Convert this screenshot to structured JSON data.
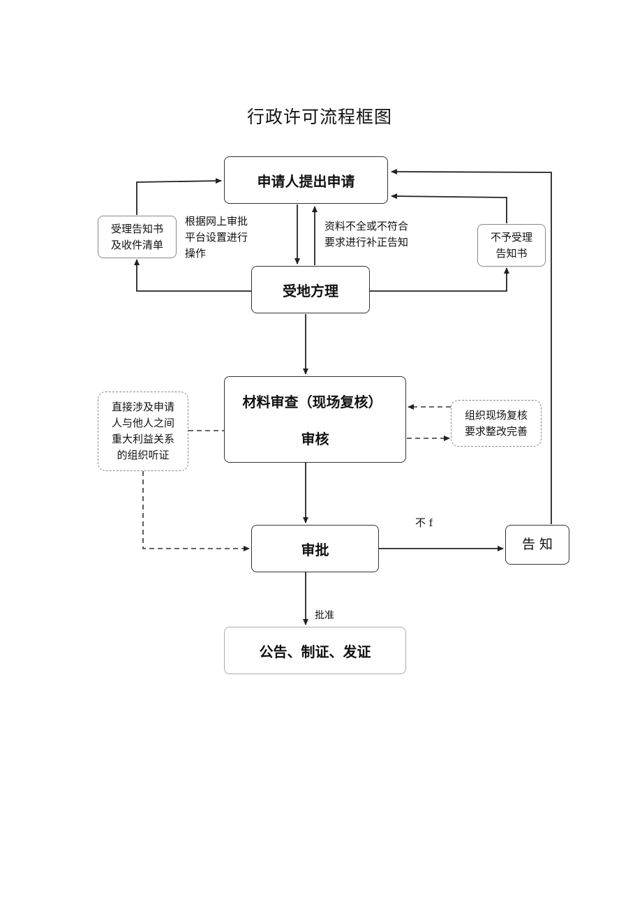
{
  "title": "行政许可流程框图",
  "nodes": {
    "apply": "申请人提出申请",
    "accept": "受地方理",
    "review_line1": "材料审查（现场复核）",
    "review_line2": "审核",
    "approve": "审批",
    "publish": "公告、制证、发证",
    "receipt_notice": [
      "受理告知书",
      "及收件清单"
    ],
    "reject_notice": [
      "不予受理",
      "告知书"
    ],
    "hearing": [
      "直接涉及申请",
      "人与他人之间",
      "重大利益关系",
      "的组织听证"
    ],
    "onsite_check": [
      "组织现场复核",
      "要求整改完善"
    ],
    "notify": "告 知"
  },
  "labels": {
    "online_platform": [
      "根据网上审批",
      "平台设置进行",
      "操作"
    ],
    "incomplete": [
      "资料不全或不符合",
      "要求进行补正告知"
    ],
    "not_approved_partial": "不 f",
    "approved": "批准"
  }
}
